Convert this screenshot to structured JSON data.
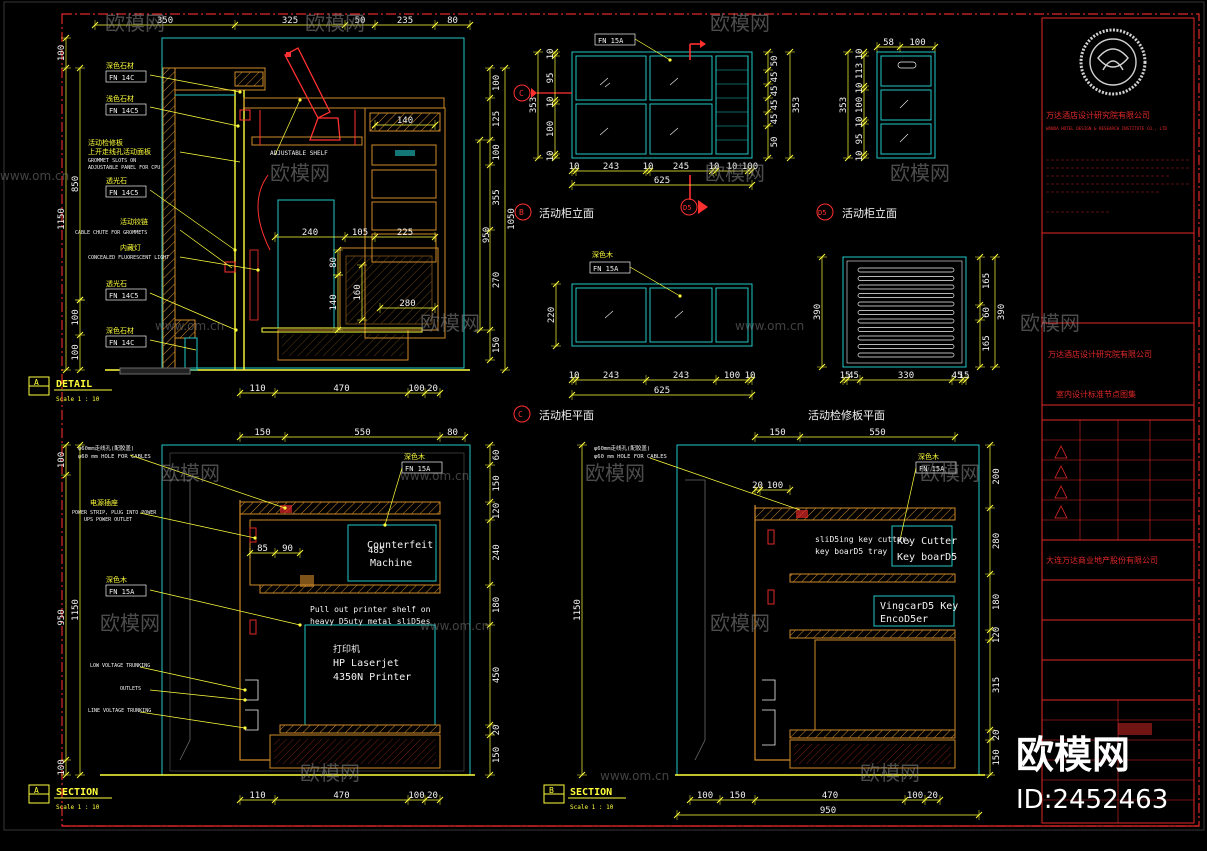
{
  "drawing": {
    "title_block_company": "万达酒店设计研究院有限公司",
    "title_block_company_en": "WANDA HOTEL DESIGN & RESEARCH INSTITUTE CO., LTD",
    "title_block_company2": "万达酒店设计研究院有限公司",
    "title_block_subtitle": "室内设计标准节点图集",
    "title_block_owner": "大连万达商业地产股份有限公司",
    "watermark_text": "欧模网",
    "watermark_url": "www.om.cn",
    "brand_name": "欧模网",
    "brand_id": "ID:2452463"
  },
  "views": {
    "detail": {
      "tag": "A",
      "name": "DETAIL",
      "scale": "Scale 1 : 10"
    },
    "section_a": {
      "tag": "A",
      "name": "SECTION",
      "scale": "Scale 1 : 10"
    },
    "section_b": {
      "tag": "B",
      "name": "SECTION",
      "scale": "Scale 1 : 10"
    },
    "elev_b": {
      "tag": "B",
      "name": "活动柜立面"
    },
    "elev_d5": {
      "tag": "D5",
      "name": "活动柜立面"
    },
    "plan_c": {
      "tag": "C",
      "name": "活动柜平面"
    },
    "plan_panel": {
      "name": "活动检修板平面"
    }
  },
  "callouts": {
    "detail": [
      {
        "label": "深色石材",
        "code": "FN  14C"
      },
      {
        "label": "浅色石材",
        "code": "FN  14C5"
      },
      {
        "label": "透光石",
        "code": "FN  14C5"
      },
      {
        "label": "透光石",
        "code": "FN  14C5"
      },
      {
        "label": "深色石材",
        "code": "FN  14C"
      }
    ],
    "detail_notes": [
      "活动检修板",
      "上开走线孔活动面板",
      "GROMMET SLOTS ON",
      "ADJUSTABLE PANEL FOR CPU",
      "ADJUSTABLE SHELF",
      "活动铰链",
      "CABLE CHUTE FOR GROMMETS",
      "内藏灯",
      "CONCEALED FLUORESCENT LIGHT"
    ],
    "section_a": [
      "φ60mm走线孔(配胶盖)",
      "φ60 mm HOLE FOR CABLES",
      "电源插座",
      "POWER STRIP, PLUG INTO POWER",
      "UPS POWER OUTLET",
      "LOW VOLTAGE TRUNKING",
      "OUTLETS",
      "LINE VOLTAGE TRUNKING"
    ],
    "section_b": [
      "φ60mm走线孔(配胶盖)",
      "φ60 mm HOLE FOR CABLES"
    ],
    "wood_label": "深色木",
    "wood_code": "FN  15A"
  },
  "equipment": {
    "counterfeit": [
      "Counterfeit",
      "Machine"
    ],
    "printer_shelf": [
      "Pull out printer shelf on",
      "heavy D5uty metal sliD5es"
    ],
    "printer": [
      "打印机",
      "HP Laserjet",
      "4350N Printer"
    ],
    "key_tray": [
      "sliD5ing key cutter,",
      "key boarD5 tray"
    ],
    "key_cutter": [
      "Key Cutter",
      "Key boarD5"
    ],
    "encoder": [
      "VingcarD5 Key",
      "EncoD5er"
    ]
  },
  "dimensions": {
    "detail_top": [
      "350",
      "325",
      "50",
      "235",
      "80"
    ],
    "detail_left": [
      "100",
      "1150",
      "850",
      "100",
      "100"
    ],
    "detail_right": [
      "100",
      "125",
      "100",
      "355",
      "1050",
      "950",
      "270",
      "150"
    ],
    "detail_inner": [
      "140",
      "240",
      "105",
      "225",
      "280",
      "80",
      "140",
      "160"
    ],
    "detail_bottom": [
      "110",
      "470",
      "100",
      "20"
    ],
    "elev_b_bottom": [
      "243",
      "245",
      "10",
      "100",
      "10",
      "625"
    ],
    "elev_b_left": [
      "353",
      "10",
      "95",
      "10",
      "100",
      "10",
      "95",
      "10"
    ],
    "elev_b_right": [
      "353",
      "50",
      "45",
      "45",
      "45",
      "45",
      "50"
    ],
    "elev_d5_top": [
      "58",
      "100"
    ],
    "elev_d5_left": [
      "353",
      "10",
      "113",
      "10",
      "100",
      "10",
      "95",
      "10"
    ],
    "plan_c_left": [
      "220"
    ],
    "plan_c_bottom": [
      "10",
      "243",
      "243",
      "10",
      "100",
      "10",
      "625"
    ],
    "panel_left": [
      "390"
    ],
    "panel_right": [
      "165",
      "60",
      "165",
      "390"
    ],
    "panel_bottom": [
      "15",
      "45",
      "330",
      "45",
      "15"
    ],
    "sec_a_top": [
      "150",
      "550",
      "80"
    ],
    "sec_a_left": [
      "100",
      "1150",
      "950",
      "100"
    ],
    "sec_a_right": [
      "60",
      "150",
      "120",
      "240",
      "180",
      "450",
      "20",
      "150"
    ],
    "sec_a_inner": [
      "85",
      "90",
      "485"
    ],
    "sec_a_bottom": [
      "110",
      "470",
      "100",
      "20"
    ],
    "sec_b_top": [
      "150",
      "550"
    ],
    "sec_b_left": [
      "1150"
    ],
    "sec_b_right": [
      "200",
      "280",
      "180",
      "120",
      "315",
      "20",
      "150"
    ],
    "sec_b_inner": [
      "20",
      "100"
    ],
    "sec_b_bottom": [
      "100",
      "150",
      "470",
      "100",
      "20",
      "950"
    ]
  },
  "colors": {
    "background": "#000000",
    "frame": "#e02828",
    "cyan": "#22c7c7",
    "yellow": "#ffff3c",
    "red": "#ff3030",
    "white": "#f2f2f2",
    "orange": "#d08a2a",
    "gray": "#6a6a6a"
  }
}
